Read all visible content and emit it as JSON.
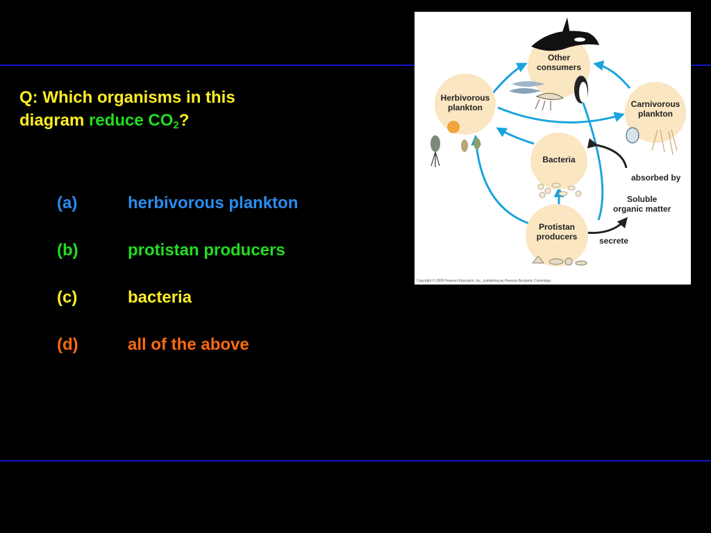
{
  "question": {
    "prefix": "Q: Which organisms in this",
    "line2_start": "diagram ",
    "highlight": "reduce CO",
    "subscript": "2",
    "suffix": "?"
  },
  "answers": [
    {
      "letter": "(a)",
      "text": "herbivorous plankton",
      "color": "#2a8cf0"
    },
    {
      "letter": "(b)",
      "text": "protistan producers",
      "color": "#22dd22"
    },
    {
      "letter": "(c)",
      "text": "bacteria",
      "color": "#ffee22"
    },
    {
      "letter": "(d)",
      "text": "all of the above",
      "color": "#ff6a10"
    }
  ],
  "diagram": {
    "nodes": {
      "other_consumers": [
        "Other",
        "consumers"
      ],
      "herbivorous_plankton": [
        "Herbivorous",
        "plankton"
      ],
      "carnivorous_plankton": [
        "Carnivorous",
        "plankton"
      ],
      "bacteria": [
        "Bacteria"
      ],
      "protistan_producers": [
        "Protistan",
        "producers"
      ]
    },
    "labels": {
      "absorbed_by": "absorbed by",
      "soluble": [
        "Soluble",
        "organic matter"
      ],
      "secrete": "secrete"
    },
    "copyright": "Copyright © 2008 Pearson Education, Inc., publishing as Pearson Benjamin Cummings."
  },
  "colors": {
    "question": "#ffee22",
    "highlight": "#22dd22",
    "rule": "#1414cc",
    "arrow": "#1aa3dd",
    "node_fill": "#fbe6c2"
  }
}
